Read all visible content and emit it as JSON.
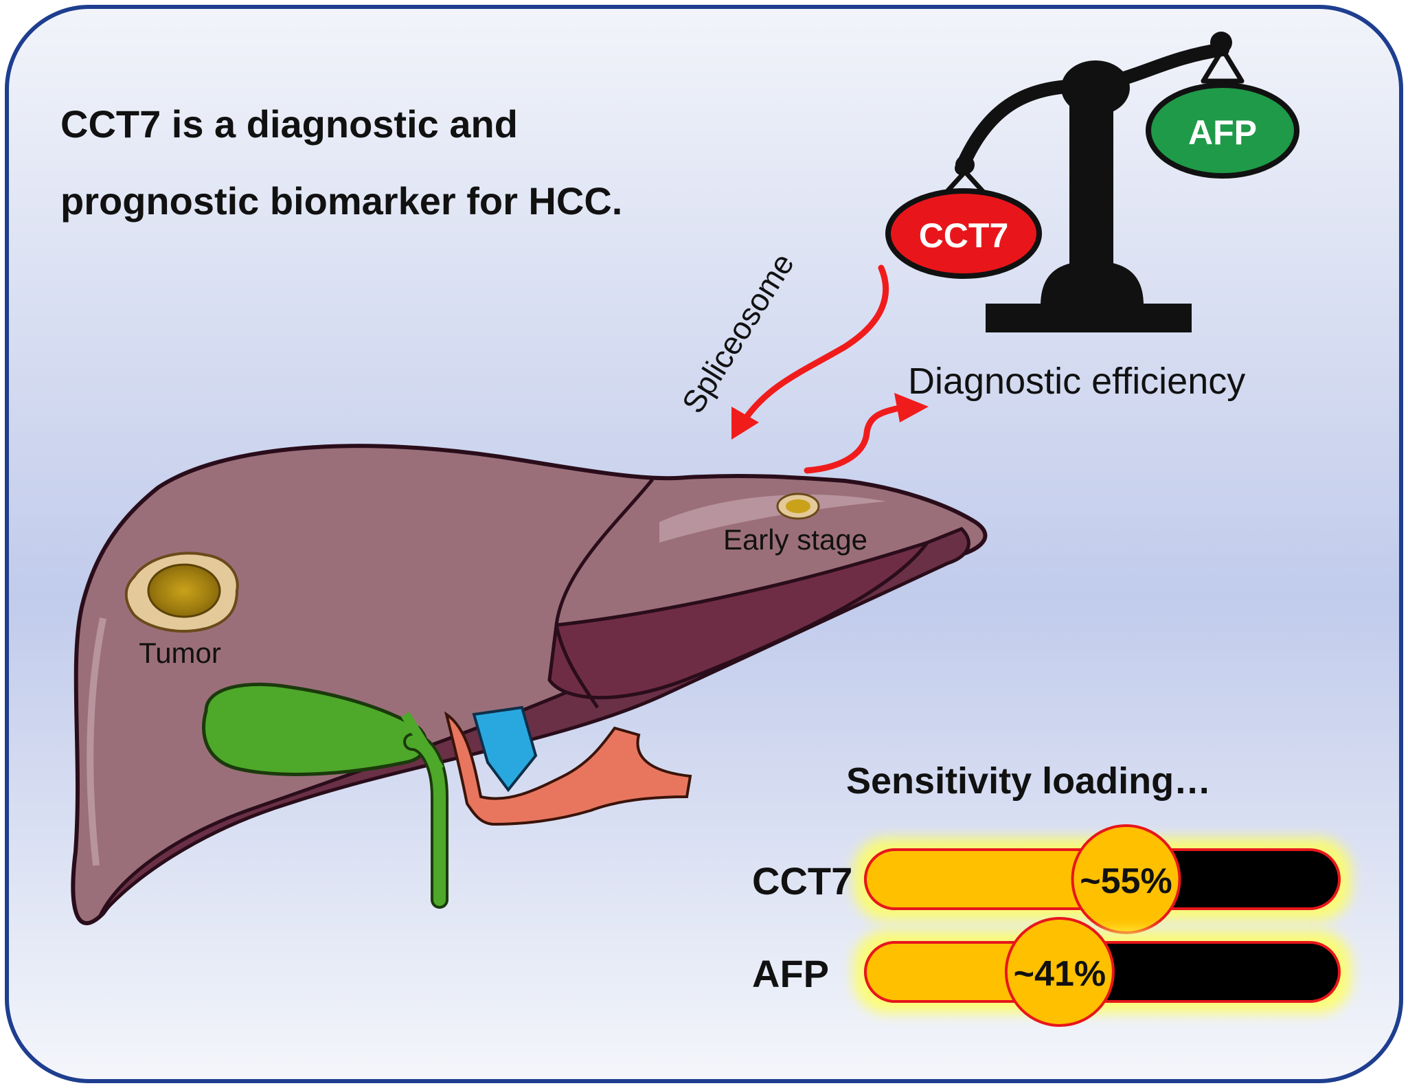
{
  "title": {
    "line1": "CCT7 is a diagnostic and",
    "line2": "prognostic biomarker for HCC."
  },
  "scale": {
    "left_label": "CCT7",
    "right_label": "AFP"
  },
  "arrows": {
    "spliceosome_label": "Spliceosome",
    "diagnostic_label": "Diagnostic efficiency"
  },
  "liver": {
    "tumor_label": "Tumor",
    "early_stage_label": "Early stage"
  },
  "sensitivity": {
    "heading": "Sensitivity loading…",
    "bars": [
      {
        "label": "CCT7",
        "value_label": "~55%",
        "value": 0.55
      },
      {
        "label": "AFP",
        "value_label": "~41%",
        "value": 0.41
      }
    ]
  },
  "colors": {
    "cct7_red": "#e8161b",
    "afp_green": "#1f9a48",
    "arrow_red": "#f01c1c",
    "bar_fill": "#ffc000",
    "bar_empty": "#000000",
    "liver_main": "#9b6f7a",
    "liver_dark": "#6a3046",
    "gallbladder": "#4ea82a",
    "artery": "#e8765f",
    "vein": "#29a8e0",
    "panel_top": "#f3f5fb",
    "panel_mid": "#c4cdec",
    "panel_bottom": "#f3f5fb",
    "panel_border": "#1e3e8f"
  }
}
